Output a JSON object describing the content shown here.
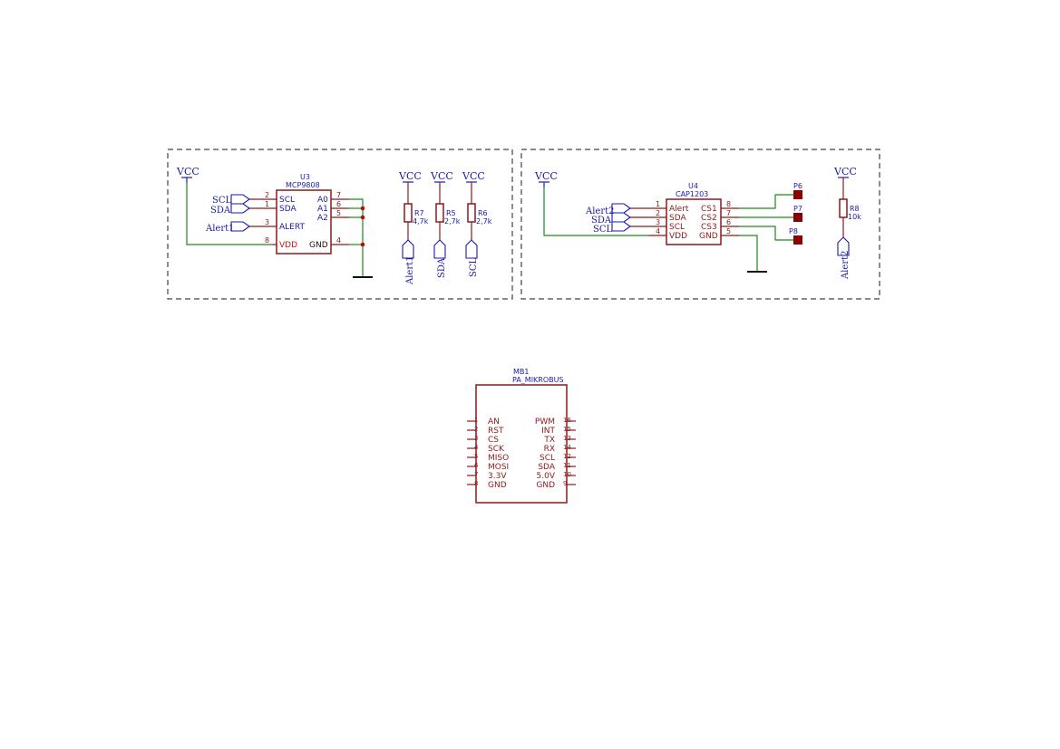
{
  "power": {
    "vcc": "VCC"
  },
  "u3": {
    "ref": "U3",
    "value": "MCP9808",
    "pins_left": [
      {
        "name": "SCL",
        "num": "2"
      },
      {
        "name": "SDA",
        "num": "1"
      },
      {
        "name": "ALERT",
        "num": "3"
      },
      {
        "name": "VDD",
        "num": "8"
      }
    ],
    "pins_right": [
      {
        "name": "A0",
        "num": "7"
      },
      {
        "name": "A1",
        "num": "6"
      },
      {
        "name": "A2",
        "num": "5"
      },
      {
        "name": "GND",
        "num": "4"
      }
    ],
    "labels": [
      "SCL",
      "SDA",
      "Alert1"
    ]
  },
  "resistors": [
    {
      "ref": "R7",
      "value": "4,7k",
      "net": "Alert1"
    },
    {
      "ref": "R5",
      "value": "2,7k",
      "net": "SDA"
    },
    {
      "ref": "R6",
      "value": "2,7k",
      "net": "SCL"
    },
    {
      "ref": "R8",
      "value": "10k",
      "net": "Alert2"
    }
  ],
  "u4": {
    "ref": "U4",
    "value": "CAP1203",
    "pins_left": [
      {
        "name": "Alert",
        "num": "1"
      },
      {
        "name": "SDA",
        "num": "2"
      },
      {
        "name": "SCL",
        "num": "3"
      },
      {
        "name": "VDD",
        "num": "4"
      }
    ],
    "pins_right": [
      {
        "name": "CS1",
        "num": "8"
      },
      {
        "name": "CS2",
        "num": "7"
      },
      {
        "name": "CS3",
        "num": "6"
      },
      {
        "name": "GND",
        "num": "5"
      }
    ],
    "labels": [
      "Alert2",
      "SDA",
      "SCL"
    ]
  },
  "pads": [
    "P6",
    "P7",
    "P8"
  ],
  "mb1": {
    "ref": "MB1",
    "value": "PA_MIKROBUS",
    "pins_left": [
      {
        "name": "AN",
        "num": "1"
      },
      {
        "name": "RST",
        "num": "2"
      },
      {
        "name": "CS",
        "num": "3"
      },
      {
        "name": "SCK",
        "num": "4"
      },
      {
        "name": "MISO",
        "num": "5"
      },
      {
        "name": "MOSI",
        "num": "6"
      },
      {
        "name": "3.3V",
        "num": "7"
      },
      {
        "name": "GND",
        "num": "8"
      }
    ],
    "pins_right": [
      {
        "name": "PWM",
        "num": "16"
      },
      {
        "name": "INT",
        "num": "15"
      },
      {
        "name": "TX",
        "num": "13"
      },
      {
        "name": "RX",
        "num": "14"
      },
      {
        "name": "SCL",
        "num": "12"
      },
      {
        "name": "SDA",
        "num": "11"
      },
      {
        "name": "5.0V",
        "num": "10"
      },
      {
        "name": "GND",
        "num": "9"
      }
    ]
  }
}
